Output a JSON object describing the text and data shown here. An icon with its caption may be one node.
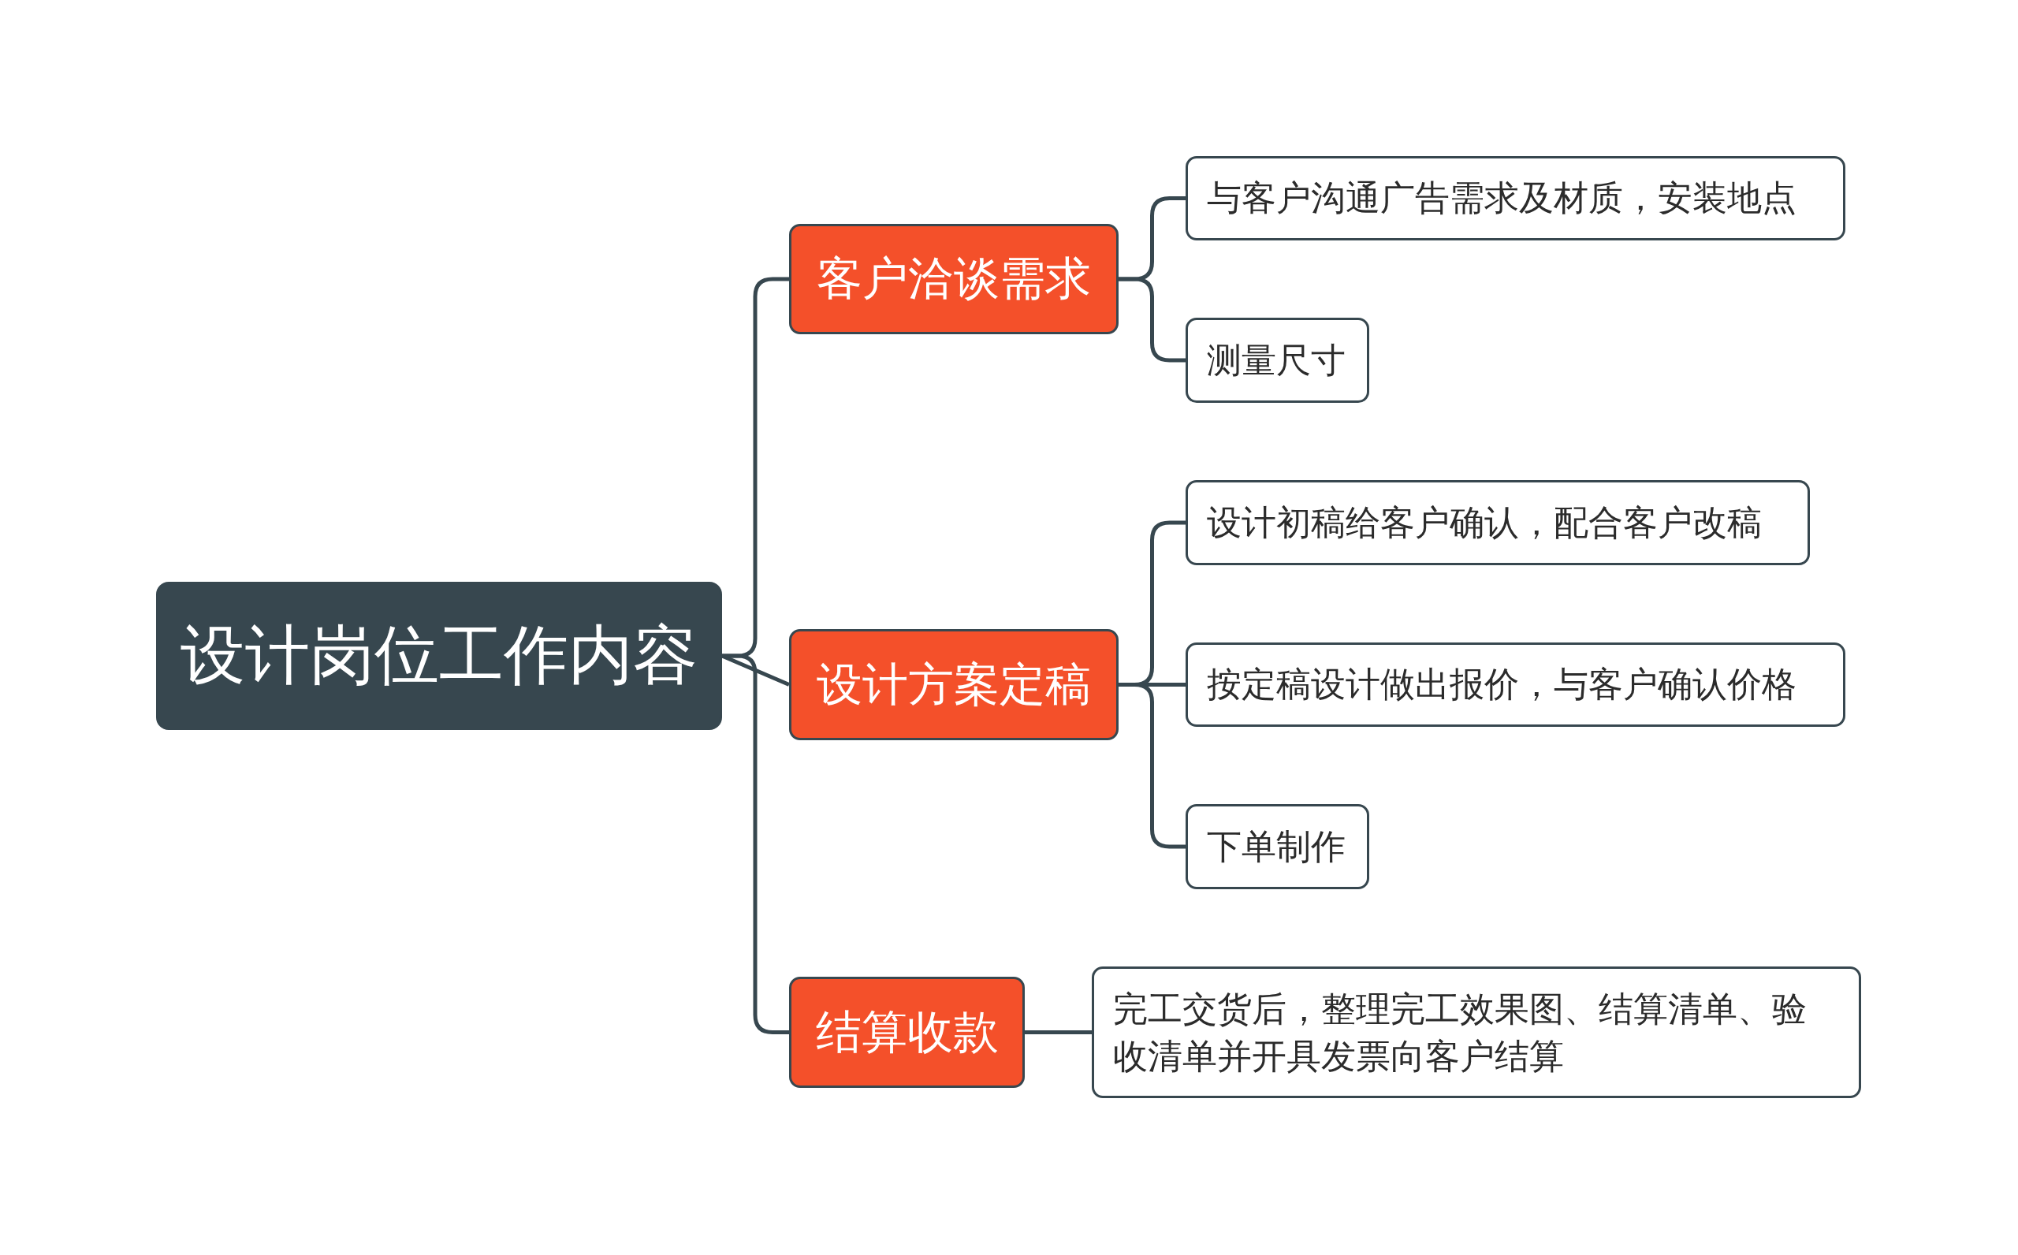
{
  "diagram": {
    "nodes": [
      {
        "text": [
          "设计岗位工作内容"
        ]
      },
      {
        "text": [
          "客户洽谈需求"
        ]
      },
      {
        "text": [
          "与客户沟通广告需求及材质，安装地点"
        ]
      },
      {
        "text": [
          "测量尺寸"
        ]
      },
      {
        "text": [
          "设计方案定稿"
        ]
      },
      {
        "text": [
          "设计初稿给客户确认，配合客户改稿"
        ]
      },
      {
        "text": [
          "按定稿设计做出报价，与客户确认价格"
        ]
      },
      {
        "text": [
          "下单制作"
        ]
      },
      {
        "text": [
          "结算收款"
        ]
      },
      {
        "text": [
          "完工交货后，整理完工效果图、结算清单、验收清单并开具发票向客户结算"
        ]
      }
    ],
    "edges": [
      {
        "from": 0,
        "to": 1,
        "arrow": "none"
      },
      {
        "from": 0,
        "to": 4,
        "arrow": "none"
      },
      {
        "from": 0,
        "to": 8,
        "arrow": "none"
      },
      {
        "from": 1,
        "to": 2,
        "arrow": "none"
      },
      {
        "from": 1,
        "to": 3,
        "arrow": "none"
      },
      {
        "from": 4,
        "to": 5,
        "arrow": "none"
      },
      {
        "from": 4,
        "to": 6,
        "arrow": "none"
      },
      {
        "from": 4,
        "to": 7,
        "arrow": "none"
      },
      {
        "from": 8,
        "to": 9,
        "arrow": "none"
      }
    ]
  }
}
